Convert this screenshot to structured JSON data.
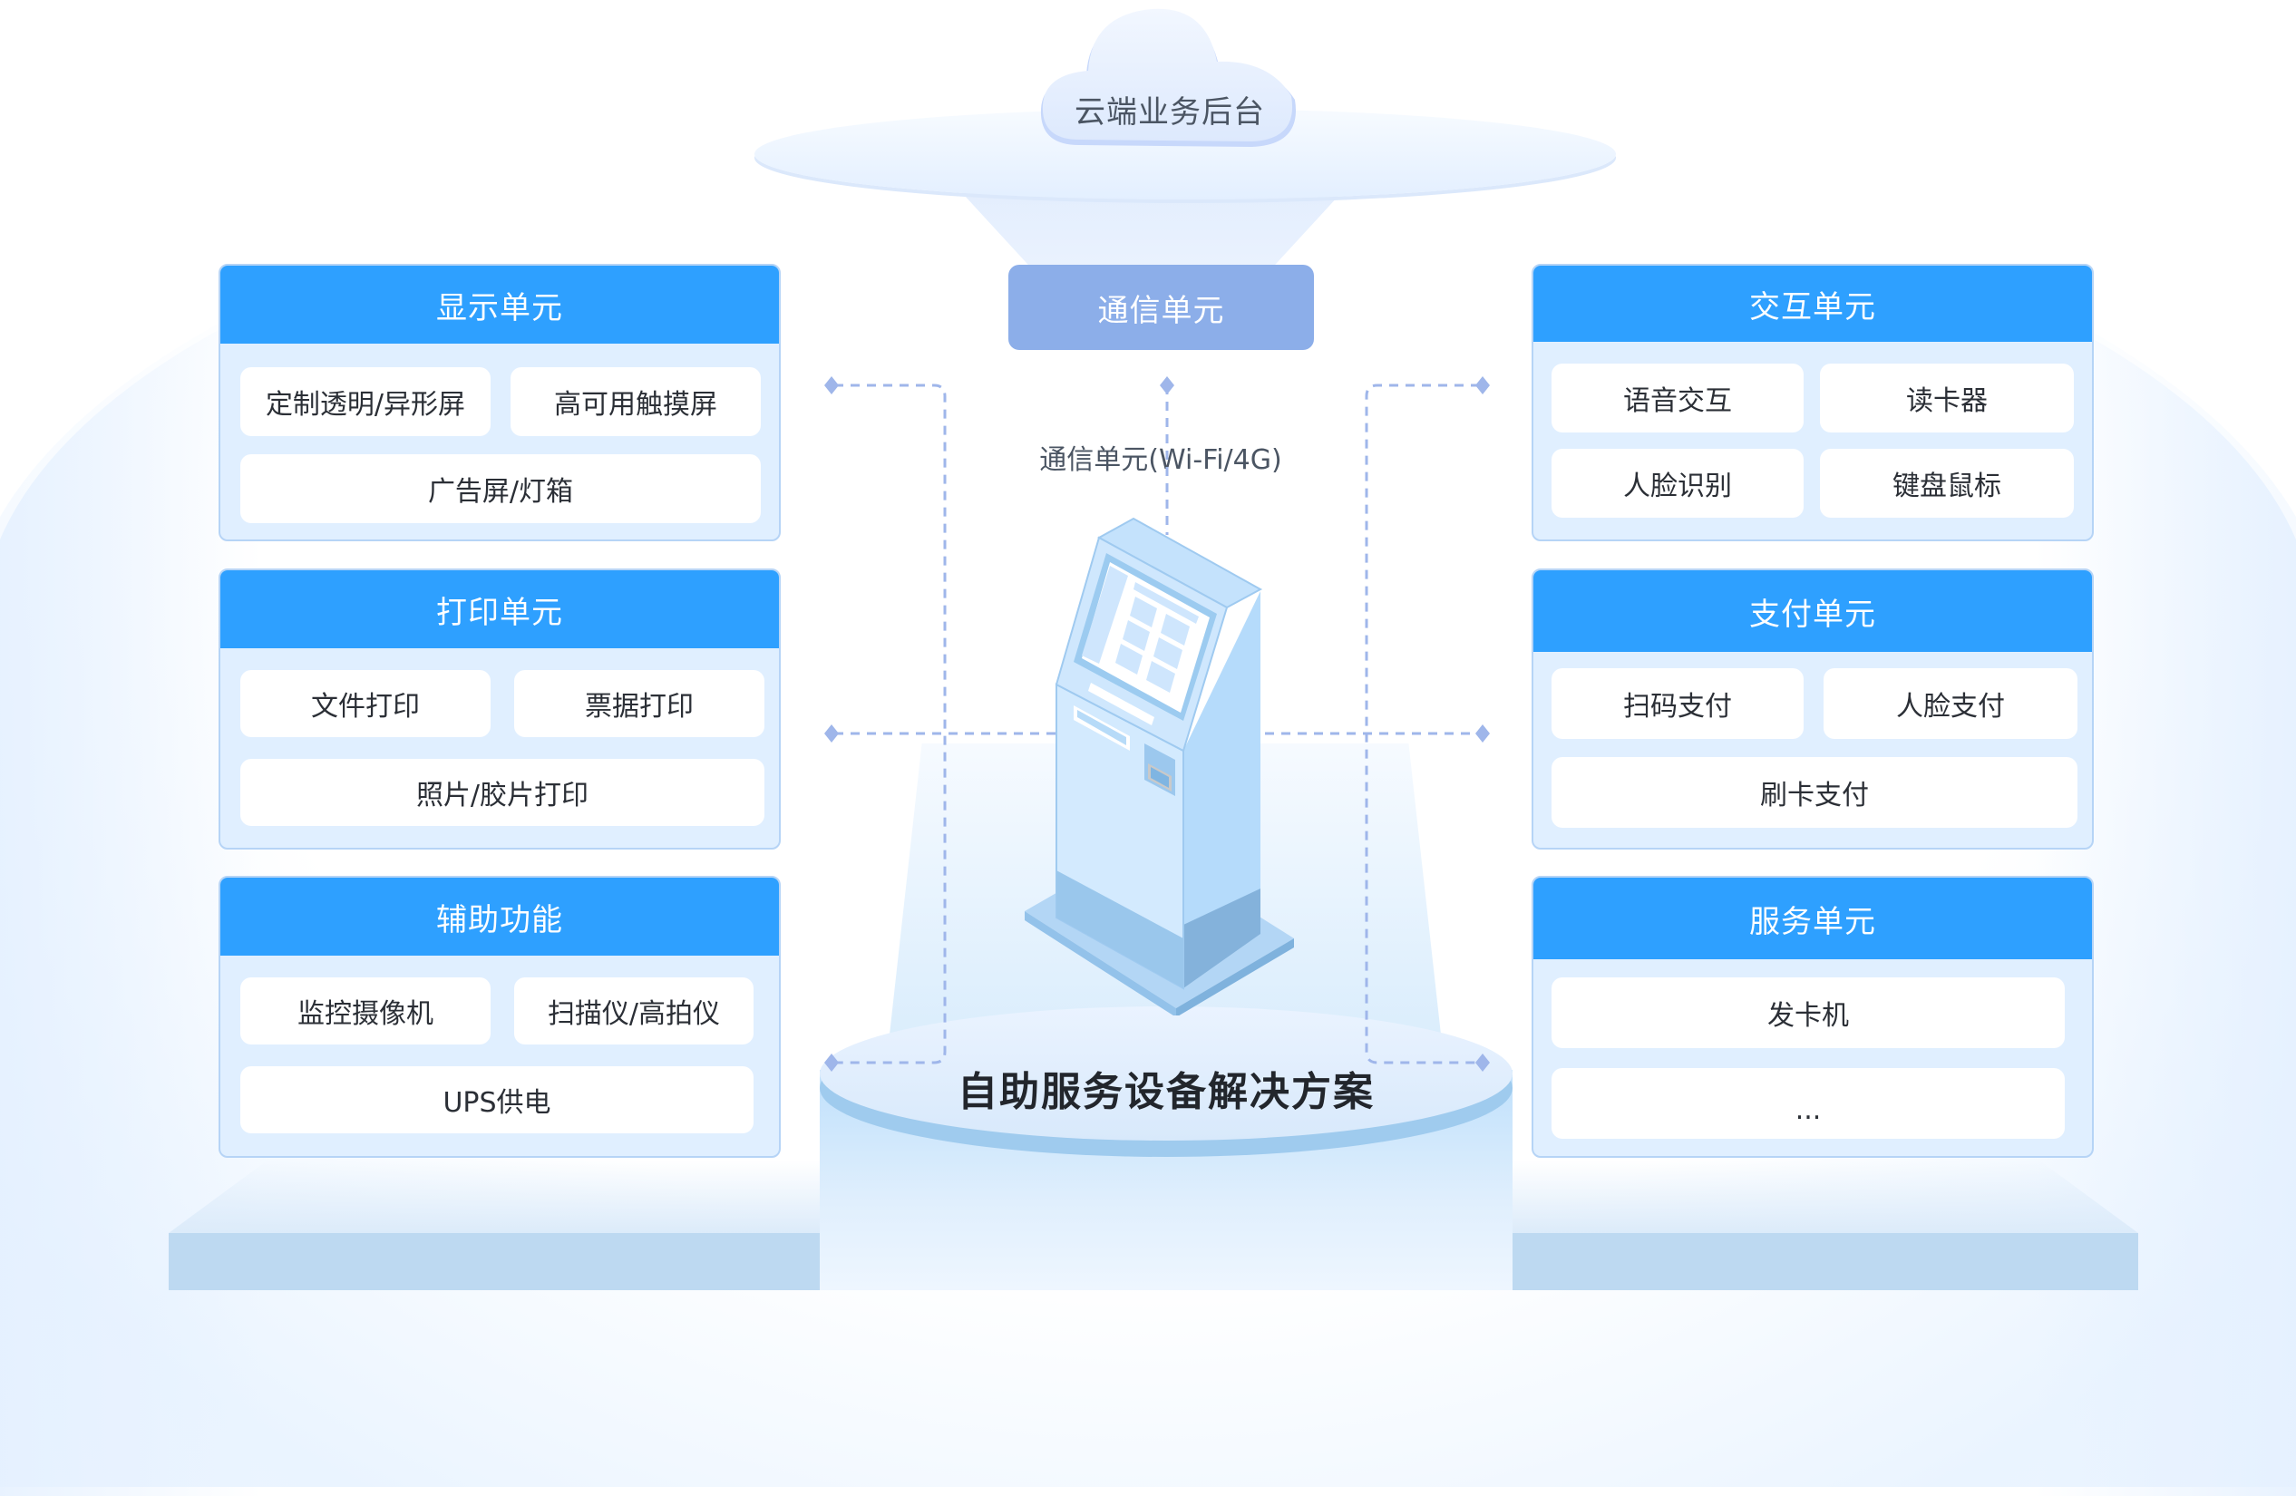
{
  "cloud": {
    "label": "云端业务后台",
    "icon": "cloud-icon"
  },
  "comm_unit": {
    "label": "通信单元",
    "subtitle": "通信单元(Wi-Fi/4G)"
  },
  "device": {
    "icon": "self-service-kiosk-icon",
    "title": "自助服务设备解决方案"
  },
  "colors": {
    "panel_header": "#2ea0ff",
    "panel_body": "#e0efff",
    "panel_border": "#b6d4f6",
    "comm_unit": "#8caee9",
    "connector": "#9fb6ea",
    "text_dark": "#2b2f36"
  },
  "left_panels": [
    {
      "title": "显示单元",
      "items": [
        "定制透明/异形屏",
        "高可用触摸屏",
        "广告屏/灯箱"
      ]
    },
    {
      "title": "打印单元",
      "items": [
        "文件打印",
        "票据打印",
        "照片/胶片打印"
      ]
    },
    {
      "title": "辅助功能",
      "items": [
        "监控摄像机",
        "扫描仪/高拍仪",
        "UPS供电"
      ]
    }
  ],
  "right_panels": [
    {
      "title": "交互单元",
      "items": [
        "语音交互",
        "读卡器",
        "人脸识别",
        "键盘鼠标"
      ]
    },
    {
      "title": "支付单元",
      "items": [
        "扫码支付",
        "人脸支付",
        "刷卡支付"
      ]
    },
    {
      "title": "服务单元",
      "items": [
        "发卡机",
        "..."
      ]
    }
  ]
}
